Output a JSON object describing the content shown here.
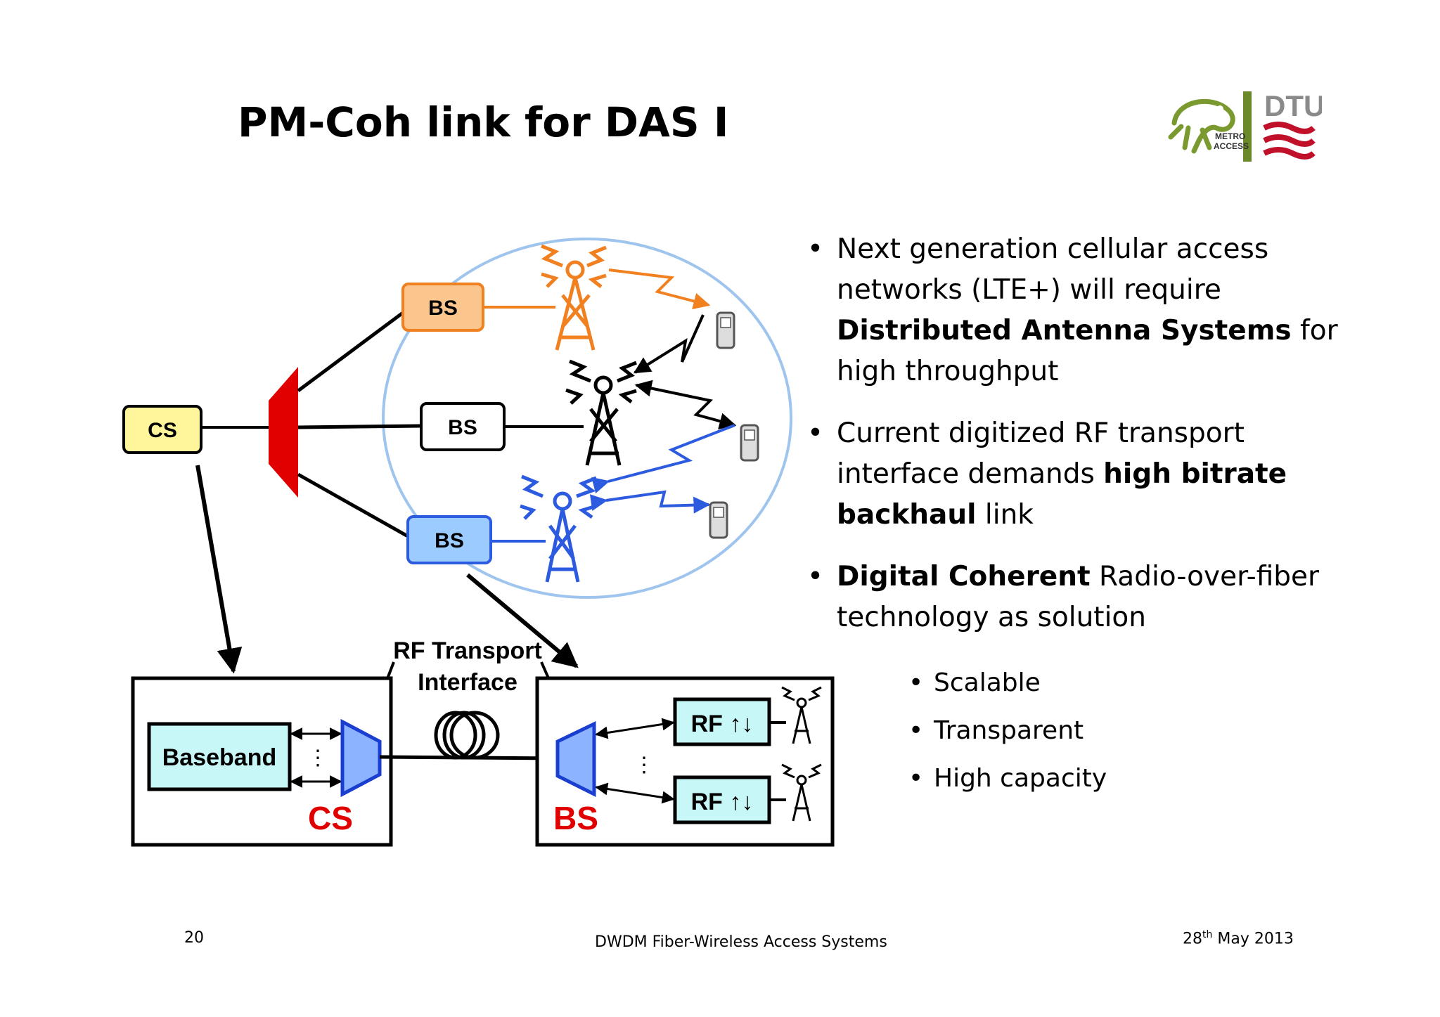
{
  "slide": {
    "title": "PM-Coh link for DAS I"
  },
  "logos": {
    "metro_line1": "METRO",
    "metro_line2": "ACCESS",
    "dtu": "DTU"
  },
  "diagram": {
    "cs_label": "CS",
    "bs_top_label": "BS",
    "bs_mid_label": "BS",
    "bs_bottom_label": "BS",
    "rf_transport_line1": "RF Transport",
    "rf_transport_line2": "Interface",
    "baseband_label": "Baseband",
    "cs_box_label": "CS",
    "bs_box_label": "BS",
    "rf_unit_1": "RF ↑↓",
    "rf_unit_2": "RF ↑↓",
    "ellipsis": "⋮"
  },
  "bullets": {
    "b1_line1": "Next generation cellular access",
    "b1_line2_pre": "networks (LTE+) will require",
    "b1_bold": "Distributed Antenna Systems",
    "b1_post": " for",
    "b1_line4": "high throughput",
    "b2_line1": "Current digitized RF transport",
    "b2_pre": "interface demands ",
    "b2_bold1": "high bitrate",
    "b2_bold2": "backhaul",
    "b2_post": " link",
    "b3_bold": "Digital Coherent",
    "b3_post": " Radio-over-fiber",
    "b3_line2": "technology as solution",
    "sub": [
      "Scalable",
      "Transparent",
      "High capacity"
    ],
    "dot": "•"
  },
  "footer": {
    "page": "20",
    "center": "DWDM Fiber-Wireless Access  Systems",
    "date_day": "28",
    "date_sup": "th",
    "date_rest": " May 2013"
  },
  "colors": {
    "orange": "#f08020",
    "blue": "#2c5be0",
    "red": "#e00000",
    "cs_fill": "#fff59a",
    "bs_orange_fill": "#fbc58e",
    "bs_blue_fill": "#9ccbff",
    "baseband_fill": "#c8f7f7"
  }
}
